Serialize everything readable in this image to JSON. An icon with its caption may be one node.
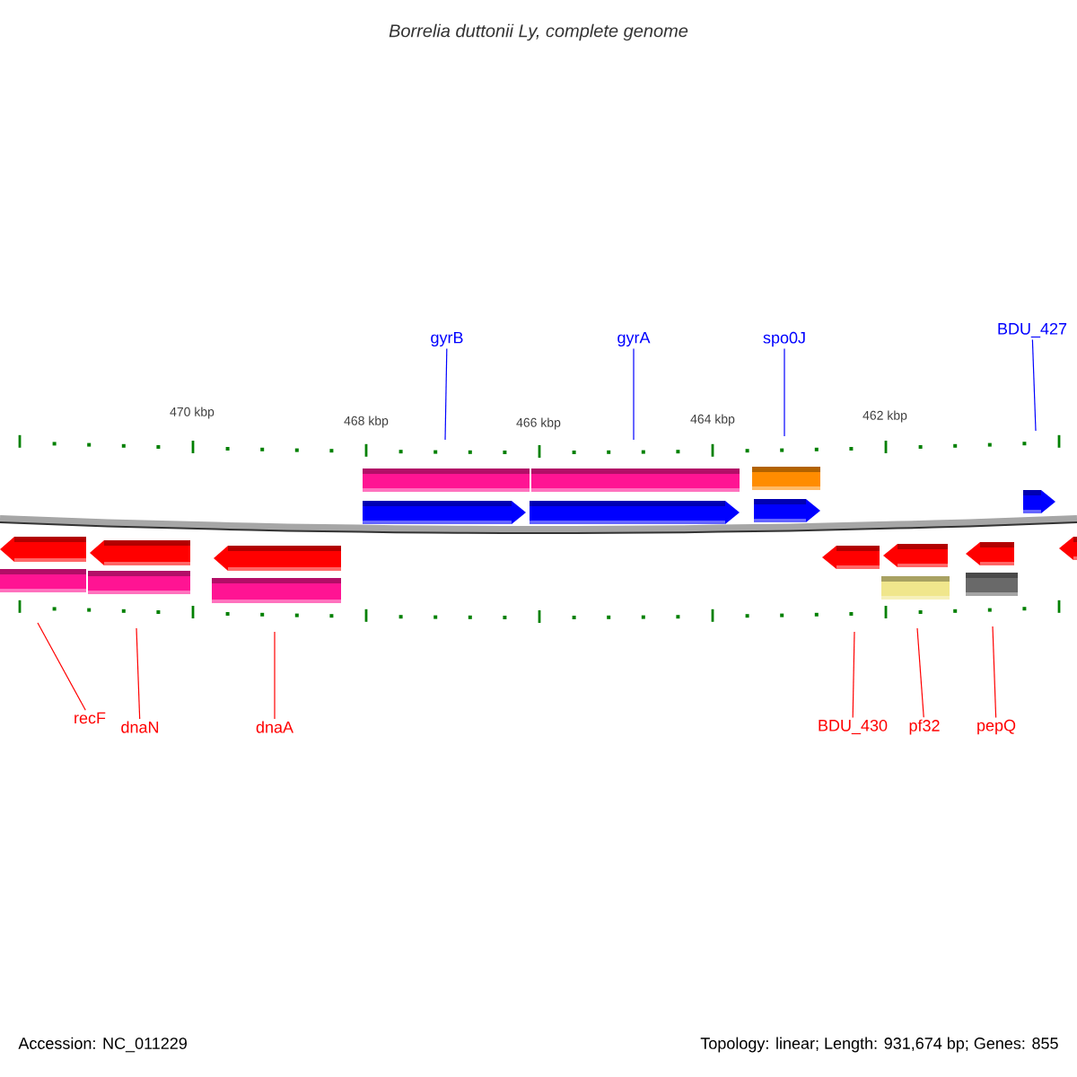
{
  "diagram": {
    "title": "Borrelia duttonii Ly, complete genome",
    "nodes": [
      {
        "text": [
          "gyrB"
        ]
      },
      {
        "text": [
          "gyrA"
        ]
      },
      {
        "text": [
          "spo0J"
        ]
      },
      {
        "text": [
          "BDU_427"
        ]
      },
      {
        "text": [
          "recF"
        ]
      },
      {
        "text": [
          "dnaN"
        ]
      },
      {
        "text": [
          "dnaA"
        ]
      },
      {
        "text": [
          "BDU_430"
        ]
      },
      {
        "text": [
          "pf32"
        ]
      },
      {
        "text": [
          "pepQ"
        ]
      }
    ],
    "edges": [
      {
        "from": 0,
        "to": null,
        "arrow": "none",
        "color": "#0000ff"
      },
      {
        "from": 1,
        "to": null,
        "arrow": "none",
        "color": "#0000ff"
      },
      {
        "from": 2,
        "to": null,
        "arrow": "none",
        "color": "#0000ff"
      },
      {
        "from": 3,
        "to": null,
        "arrow": "none",
        "color": "#0000ff"
      },
      {
        "from": 4,
        "to": null,
        "arrow": "none"
      },
      {
        "from": 5,
        "to": null,
        "arrow": "none"
      },
      {
        "from": 6,
        "to": null,
        "arrow": "none"
      },
      {
        "from": 7,
        "to": null,
        "arrow": "none"
      },
      {
        "from": 8,
        "to": null,
        "arrow": "none"
      },
      {
        "from": 9,
        "to": null,
        "arrow": "none"
      }
    ],
    "labels": [
      "470 kbp",
      "468 kbp",
      "466 kbp",
      "464 kbp",
      "462 kbp",
      "Accession: NC_011229",
      "Topology: linear; Length: 931,674 bp; Genes: 855"
    ]
  }
}
